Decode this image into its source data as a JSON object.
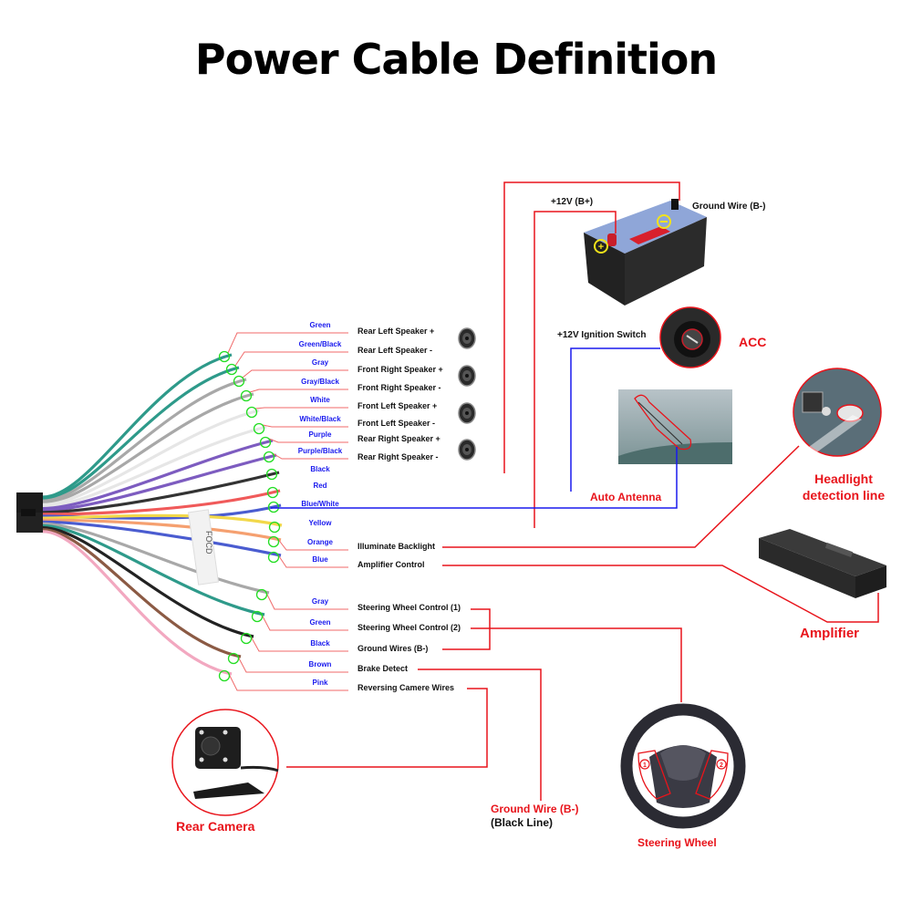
{
  "title": "Power Cable Definition",
  "colors": {
    "red_line": "#e8141b",
    "blue_line": "#1a1aee",
    "marker": "#22dd22",
    "label_blue": "#1a1aee"
  },
  "wires": [
    {
      "color_name": "Green",
      "function": "Rear Left Speaker +",
      "wire_hex": "#2e9a8a"
    },
    {
      "color_name": "Green/Black",
      "function": "Rear Left Speaker -",
      "wire_hex": "#2e9a8a"
    },
    {
      "color_name": "Gray",
      "function": "Front Right Speaker +",
      "wire_hex": "#a8a8a8"
    },
    {
      "color_name": "Gray/Black",
      "function": "Front Right Speaker -",
      "wire_hex": "#a8a8a8"
    },
    {
      "color_name": "White",
      "function": "Front Left Speaker +",
      "wire_hex": "#e6e6e6"
    },
    {
      "color_name": "White/Black",
      "function": "Front Left Speaker -",
      "wire_hex": "#e6e6e6"
    },
    {
      "color_name": "Purple",
      "function": "Rear Right Speaker +",
      "wire_hex": "#7d5cc0"
    },
    {
      "color_name": "Purple/Black",
      "function": "Rear Right Speaker -",
      "wire_hex": "#7d5cc0"
    },
    {
      "color_name": "Black",
      "function": "",
      "wire_hex": "#333333"
    },
    {
      "color_name": "Red",
      "function": "",
      "wire_hex": "#f05a5a"
    },
    {
      "color_name": "Blue/White",
      "function": "",
      "wire_hex": "#4a5cd0"
    },
    {
      "color_name": "Yellow",
      "function": "",
      "wire_hex": "#f2d84a"
    },
    {
      "color_name": "Orange",
      "function": "Illuminate Backlight",
      "wire_hex": "#f5a070"
    },
    {
      "color_name": "Blue",
      "function": "Amplifier Control",
      "wire_hex": "#4a5cd0"
    },
    {
      "color_name": "Gray",
      "function": "Steering Wheel Control (1)",
      "wire_hex": "#a8a8a8"
    },
    {
      "color_name": "Green",
      "function": "Steering Wheel Control (2)",
      "wire_hex": "#2e9a8a"
    },
    {
      "color_name": "Black",
      "function": "Ground Wires (B-)",
      "wire_hex": "#222222"
    },
    {
      "color_name": "Brown",
      "function": "Brake Detect",
      "wire_hex": "#8b5a44"
    },
    {
      "color_name": "Pink",
      "function": "Reversing Camere Wires",
      "wire_hex": "#f2a8c0"
    }
  ],
  "battery": {
    "plus_label": "+12V  (B+)",
    "ground_label": "Ground Wire (B-)"
  },
  "ignition": {
    "label": "+12V  Ignition Switch",
    "name": "ACC"
  },
  "antenna": {
    "name": "Auto Antenna"
  },
  "headlight": {
    "name_line1": "Headlight",
    "name_line2": "detection line"
  },
  "amplifier": {
    "name": "Amplifier"
  },
  "rear_camera": {
    "name": "Rear Camera"
  },
  "steering_wheel": {
    "name": "Steering Wheel",
    "button_1": "1",
    "button_2": "2"
  },
  "ground_note": {
    "line1": "Ground Wire (B-)",
    "line2": "(Black Line)"
  },
  "harness_tag": "FOCD"
}
